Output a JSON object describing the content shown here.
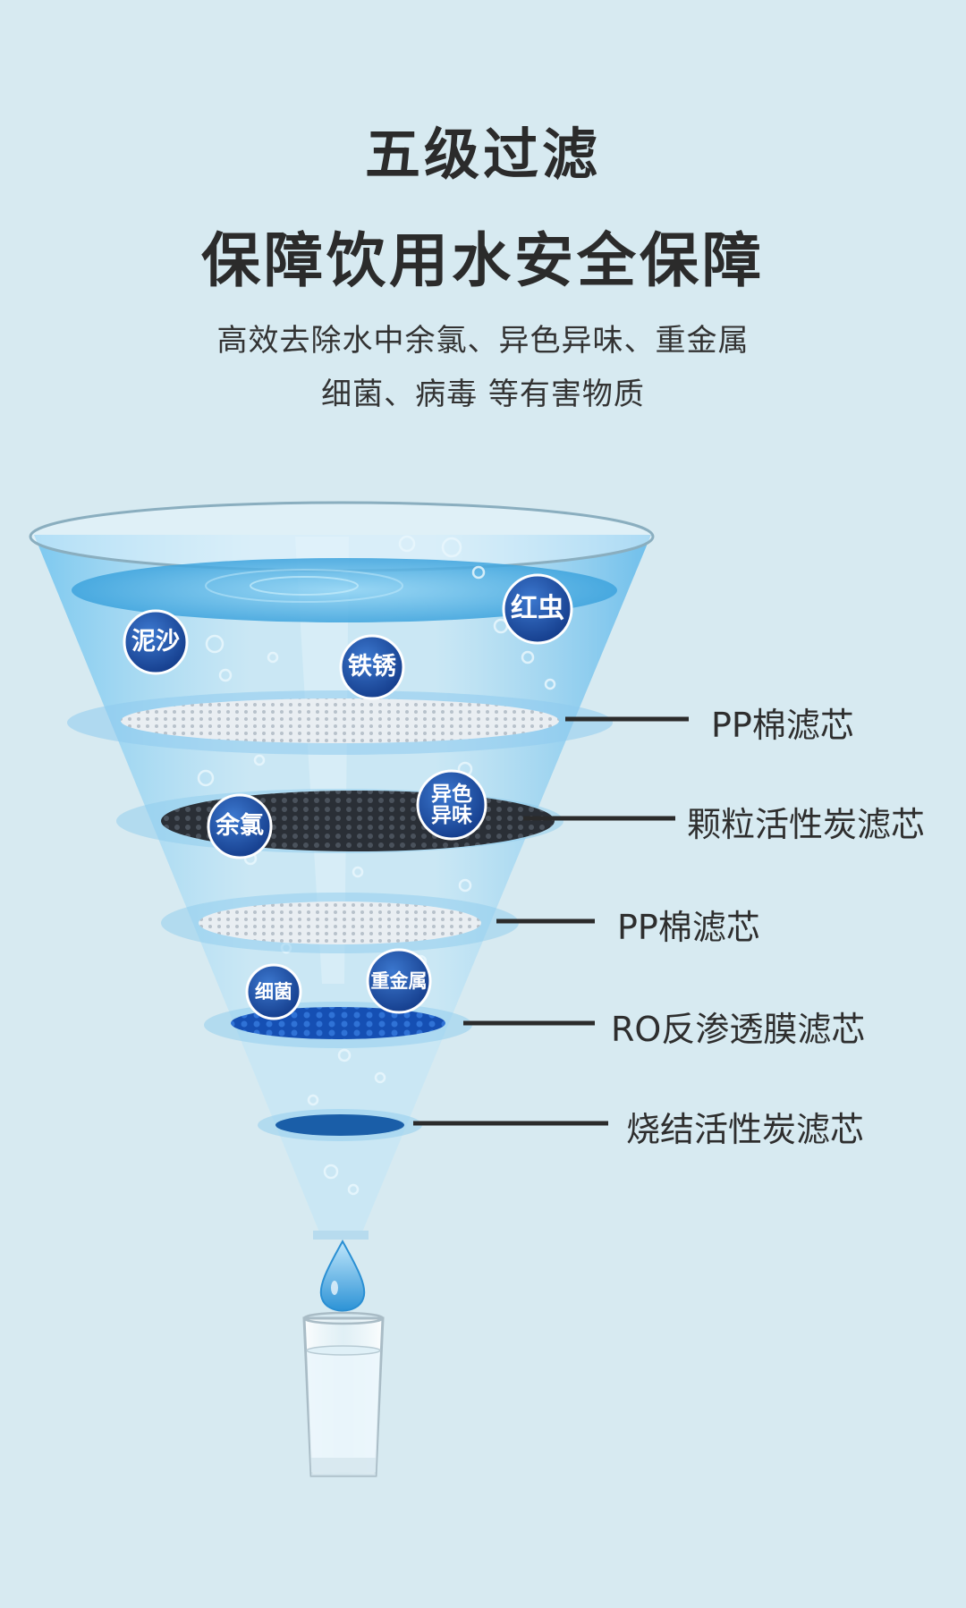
{
  "headline": {
    "line1": "五级过滤",
    "line2": "保障饮用水安全保障"
  },
  "subtitle": {
    "line1": "高效去除水中余氯、异色异味、重金属",
    "line2": "细菌、病毒 等有害物质"
  },
  "filters": [
    {
      "label": "PP棉滤芯"
    },
    {
      "label": "颗粒活性炭滤芯"
    },
    {
      "label": "PP棉滤芯"
    },
    {
      "label": "RO反渗透膜滤芯"
    },
    {
      "label": "烧结活性炭滤芯"
    }
  ],
  "contaminants": [
    {
      "label": "泥沙"
    },
    {
      "label": "铁锈"
    },
    {
      "label": "红虫"
    },
    {
      "label": "余氯"
    },
    {
      "label": "异色\n异味"
    },
    {
      "label": "细菌"
    },
    {
      "label": "重金属"
    }
  ],
  "colors": {
    "background": "#d7eaf1",
    "badge": "#1f4fa3",
    "water": "#5db6e8",
    "text": "#2b2b2b"
  }
}
